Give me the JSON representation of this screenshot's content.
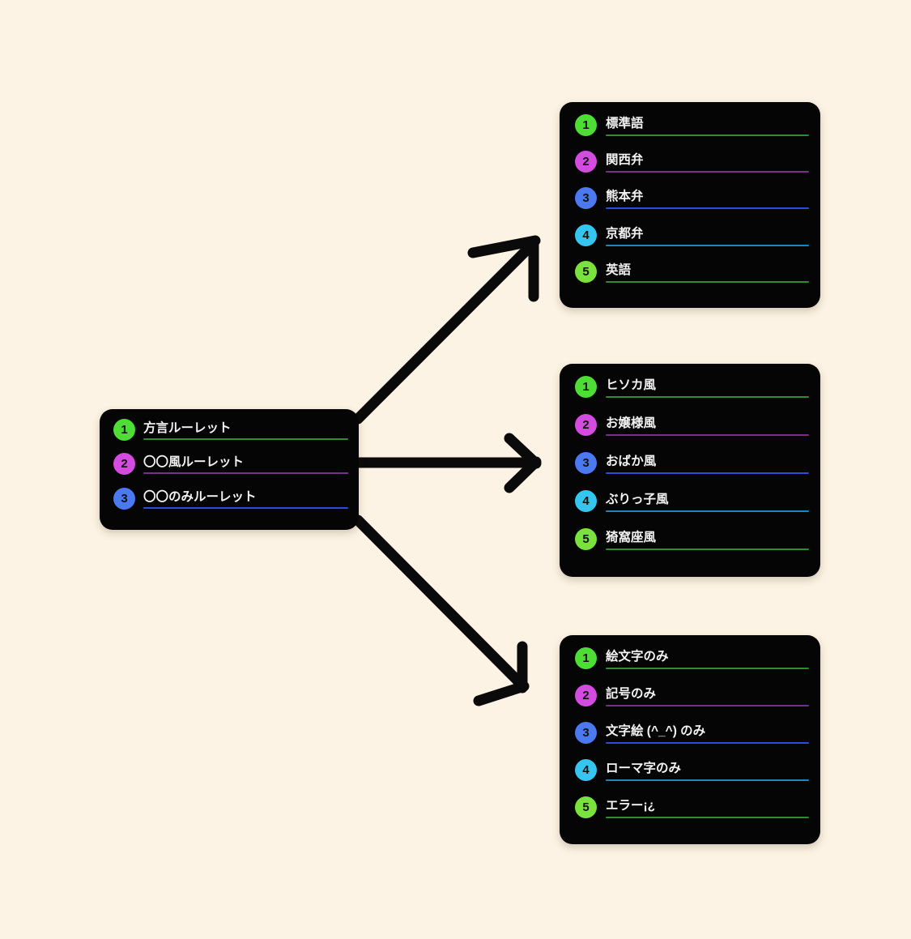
{
  "background_color": "#fdf3e4",
  "panel_color": "#050505",
  "palette": {
    "badge_1": "#4ddd34",
    "badge_2": "#d44be0",
    "badge_3": "#4b79ef",
    "badge_4": "#35c6f0",
    "badge_5": "#7ae23c",
    "rule_1": "#2f8c2f",
    "rule_2": "#7b2f8c",
    "rule_3": "#2f4bdb",
    "rule_4": "#1f86b5",
    "rule_5": "#2f8c2f",
    "arrow": "#0a0a0a",
    "label_text": "#f2f2f2",
    "badge_text": "#101010"
  },
  "source_panel": {
    "name": "roulette-type-menu",
    "items": [
      {
        "number": "1",
        "label": "方言ルーレット",
        "badge_color": "#4ddd34",
        "rule_color": "#2f8c2f"
      },
      {
        "number": "2",
        "label": "〇〇風ルーレット",
        "badge_color": "#d44be0",
        "rule_color": "#7b2f8c"
      },
      {
        "number": "3",
        "label": "〇〇のみルーレット",
        "badge_color": "#4b79ef",
        "rule_color": "#2f4bdb"
      }
    ]
  },
  "target_panels": [
    {
      "name": "dialect-options",
      "items": [
        {
          "number": "1",
          "label": "標準語",
          "badge_color": "#4ddd34",
          "rule_color": "#2f8c2f"
        },
        {
          "number": "2",
          "label": "関西弁",
          "badge_color": "#d44be0",
          "rule_color": "#7b2f8c"
        },
        {
          "number": "3",
          "label": "熊本弁",
          "badge_color": "#4b79ef",
          "rule_color": "#2f4bdb"
        },
        {
          "number": "4",
          "label": "京都弁",
          "badge_color": "#35c6f0",
          "rule_color": "#1f86b5"
        },
        {
          "number": "5",
          "label": "英語",
          "badge_color": "#7ae23c",
          "rule_color": "#2f8c2f"
        }
      ]
    },
    {
      "name": "style-options",
      "items": [
        {
          "number": "1",
          "label": "ヒソカ風",
          "badge_color": "#4ddd34",
          "rule_color": "#2f8c2f"
        },
        {
          "number": "2",
          "label": "お嬢様風",
          "badge_color": "#d44be0",
          "rule_color": "#7b2f8c"
        },
        {
          "number": "3",
          "label": "おばか風",
          "badge_color": "#4b79ef",
          "rule_color": "#2f4bdb"
        },
        {
          "number": "4",
          "label": "ぶりっ子風",
          "badge_color": "#35c6f0",
          "rule_color": "#1f86b5"
        },
        {
          "number": "5",
          "label": "猗窩座風",
          "badge_color": "#7ae23c",
          "rule_color": "#2f8c2f"
        }
      ]
    },
    {
      "name": "only-options",
      "items": [
        {
          "number": "1",
          "label": "絵文字のみ",
          "badge_color": "#4ddd34",
          "rule_color": "#2f8c2f"
        },
        {
          "number": "2",
          "label": "記号のみ",
          "badge_color": "#d44be0",
          "rule_color": "#7b2f8c"
        },
        {
          "number": "3",
          "label": "文字絵 (^_^) のみ",
          "badge_color": "#4b79ef",
          "rule_color": "#2f4bdb"
        },
        {
          "number": "4",
          "label": "ローマ字のみ",
          "badge_color": "#35c6f0",
          "rule_color": "#1f86b5"
        },
        {
          "number": "5",
          "label": "エラー¡¿",
          "badge_color": "#7ae23c",
          "rule_color": "#2f8c2f"
        }
      ]
    }
  ],
  "arrows": [
    {
      "name": "arrow-to-dialect-options",
      "direction": "up-right"
    },
    {
      "name": "arrow-to-style-options",
      "direction": "right"
    },
    {
      "name": "arrow-to-only-options",
      "direction": "down-right"
    }
  ]
}
